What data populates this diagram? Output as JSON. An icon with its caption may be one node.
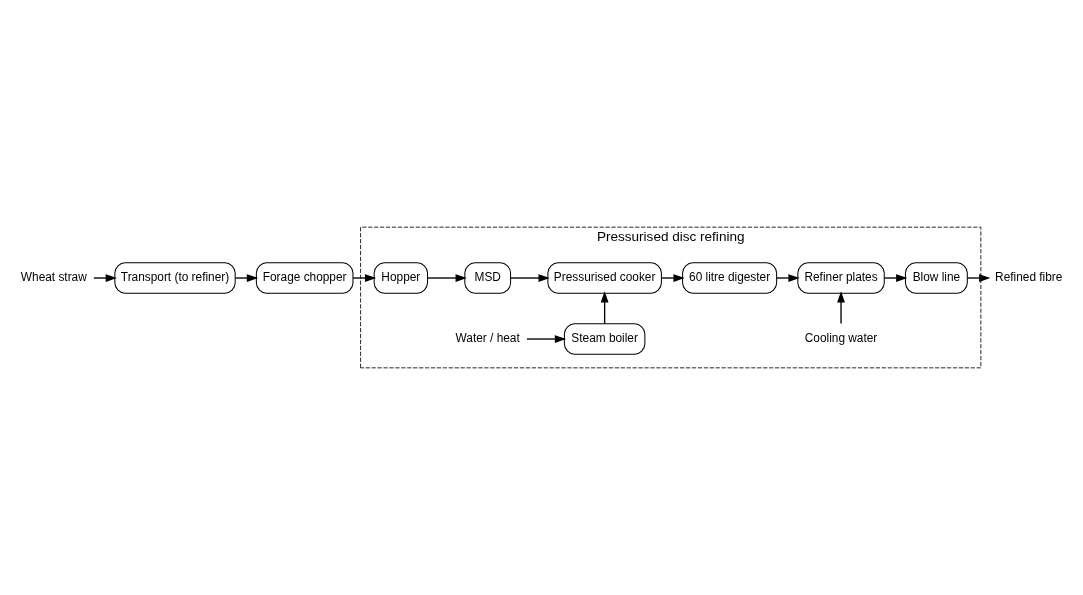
{
  "diagram": {
    "nodes": [
      {
        "text": [
          "Pressurised disc refining"
        ]
      },
      {
        "text": [
          "Wheat straw"
        ]
      },
      {
        "text": [
          "Transport (to refiner)"
        ]
      },
      {
        "text": [
          "Forage chopper"
        ]
      },
      {
        "text": [
          "Hopper"
        ],
        "in": 0
      },
      {
        "text": [
          "MSD"
        ],
        "in": 0
      },
      {
        "text": [
          "Water / heat"
        ],
        "in": 0
      },
      {
        "text": [
          "Steam boiler"
        ],
        "in": 0
      },
      {
        "text": [
          "Pressurised cooker"
        ],
        "in": 0
      },
      {
        "text": [
          "60 litre digester"
        ],
        "in": 0
      },
      {
        "text": [
          "Cooling water"
        ],
        "in": 0
      },
      {
        "text": [
          "Refiner plates"
        ],
        "in": 0
      },
      {
        "text": [
          "Blow line"
        ],
        "in": 0
      },
      {
        "text": [
          "Refined fibre"
        ]
      }
    ],
    "edges": [
      {
        "from": 1,
        "to": 2,
        "arrow": "to"
      },
      {
        "from": 2,
        "to": 3,
        "arrow": "to"
      },
      {
        "from": 3,
        "to": 4,
        "arrow": "to"
      },
      {
        "from": 4,
        "to": 5,
        "arrow": "to"
      },
      {
        "from": 5,
        "to": 8,
        "arrow": "to"
      },
      {
        "from": 6,
        "to": 7,
        "arrow": "to"
      },
      {
        "from": 7,
        "to": 8,
        "arrow": "to"
      },
      {
        "from": 8,
        "to": 9,
        "arrow": "to"
      },
      {
        "from": 9,
        "to": 11,
        "arrow": "to"
      },
      {
        "from": 10,
        "to": 11,
        "arrow": "to"
      },
      {
        "from": 11,
        "to": 12,
        "arrow": "to"
      },
      {
        "from": 12,
        "to": 13,
        "arrow": "to"
      }
    ]
  }
}
